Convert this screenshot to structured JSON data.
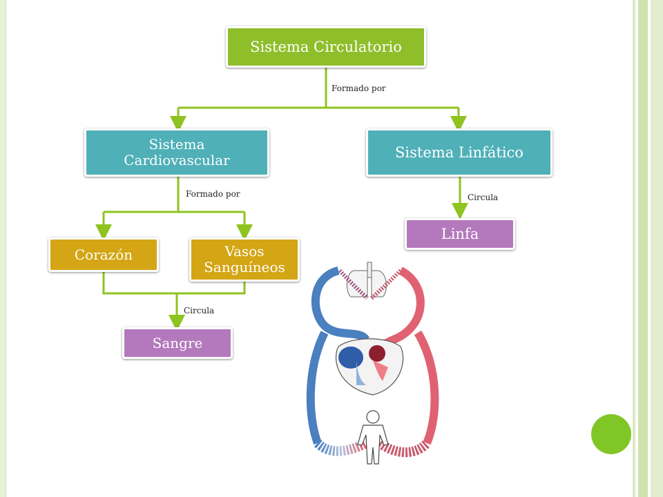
{
  "nodes": {
    "root": "Sistema Circulatorio",
    "cardio": "Sistema Cardiovascular",
    "linfatico": "Sistema Linfático",
    "corazon": "Corazón",
    "vasos": "Vasos Sanguíneos",
    "sangre": "Sangre",
    "linfa": "Linfa"
  },
  "edge_labels": {
    "root_children": "Formado por",
    "cardio_children": "Formado por",
    "to_sangre": "Circula",
    "to_linfa": "Circula"
  },
  "colors": {
    "connector": "#8fc31f",
    "root": "#8fbe2b",
    "systems": "#4fb0b8",
    "organs": "#d4a514",
    "fluids": "#b479bd"
  }
}
